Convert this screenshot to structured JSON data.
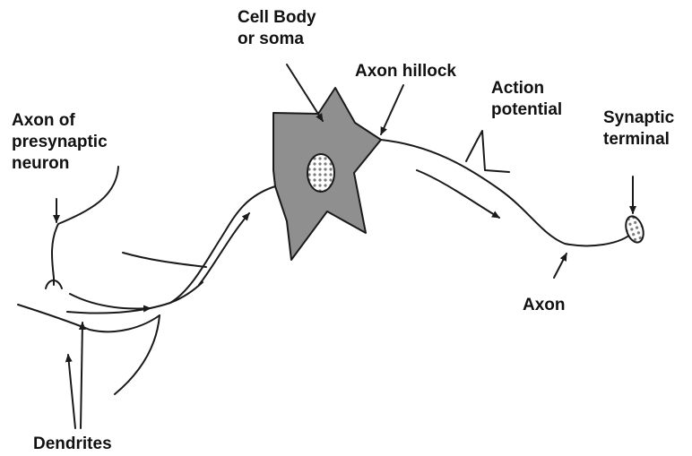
{
  "labels": {
    "cell_body": [
      "Cell Body",
      "or soma"
    ],
    "axon_hillock": "Axon hillock",
    "action_potential": [
      "Action",
      "potential"
    ],
    "synaptic_terminal": [
      "Synaptic",
      "terminal"
    ],
    "axon_presynaptic": [
      "Axon of",
      "presynaptic",
      "neuron"
    ],
    "axon": "Axon",
    "dendrites": "Dendrites"
  },
  "colors": {
    "soma_fill": "#8f8f8f",
    "stroke": "#1a1a1a",
    "text": "#111111"
  }
}
